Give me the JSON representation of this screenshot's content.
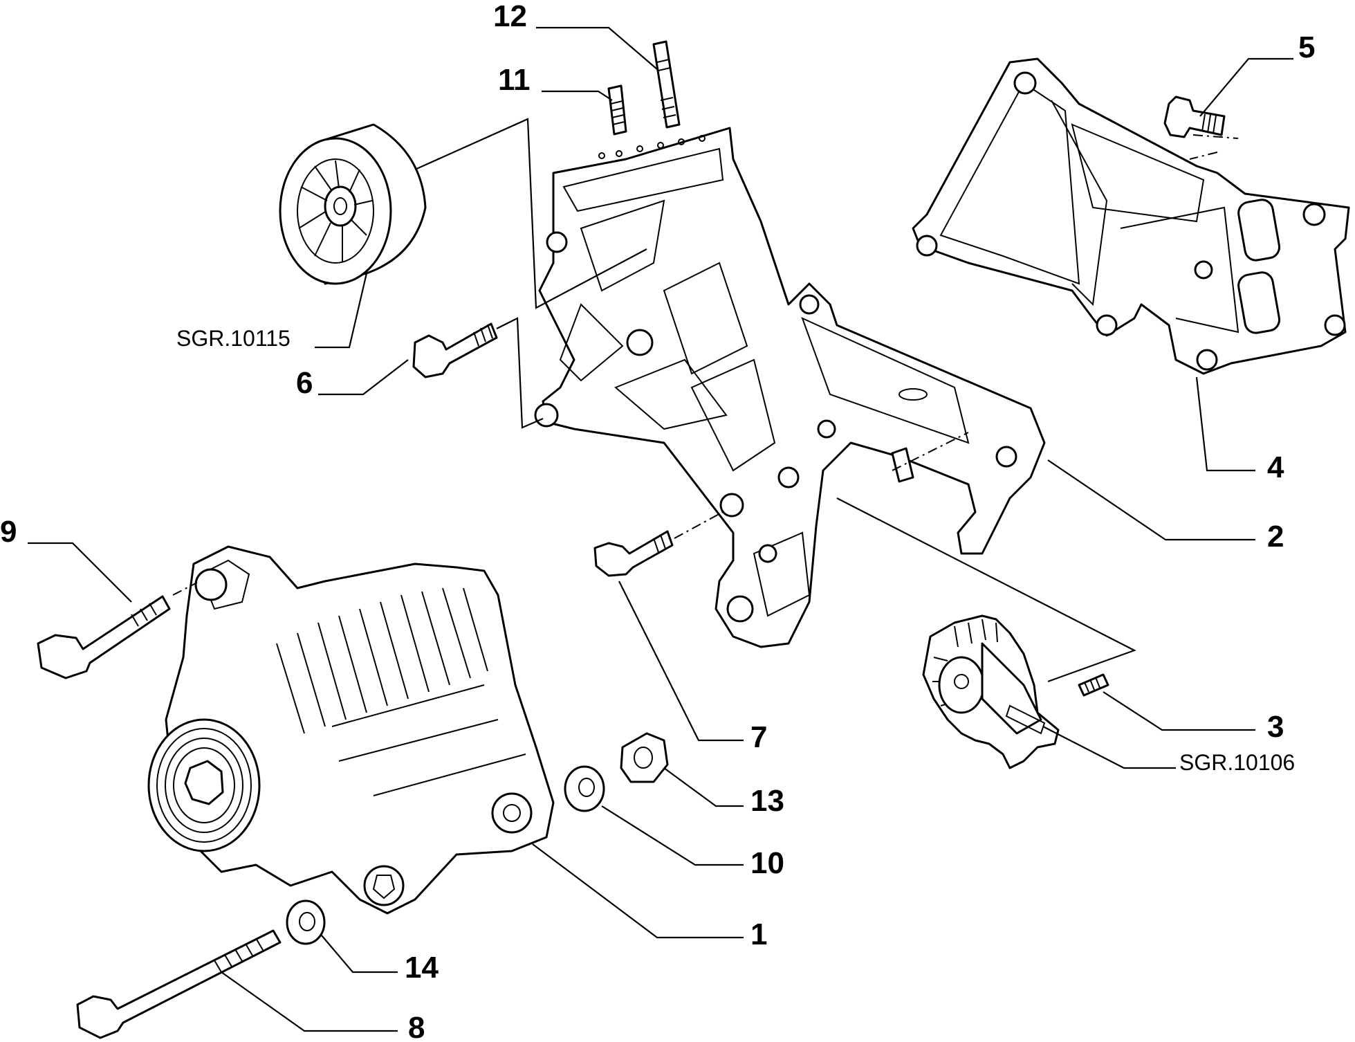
{
  "callouts": {
    "c1": "1",
    "c2": "2",
    "c3": "3",
    "c4": "4",
    "c5": "5",
    "c6": "6",
    "c7": "7",
    "c8": "8",
    "c9": "9",
    "c10": "10",
    "c11": "11",
    "c12": "12",
    "c13": "13",
    "c14": "14"
  },
  "references": {
    "pulley": "SGR.10115",
    "tensioner": "SGR.10106"
  },
  "parts": [
    {
      "id": "alternator",
      "icon": "alternator-icon"
    },
    {
      "id": "mounting-bracket",
      "icon": "bracket-icon"
    },
    {
      "id": "rear-support",
      "icon": "support-bracket-icon"
    },
    {
      "id": "idler-pulley",
      "icon": "pulley-icon"
    },
    {
      "id": "tensioner",
      "icon": "tensioner-icon"
    }
  ]
}
